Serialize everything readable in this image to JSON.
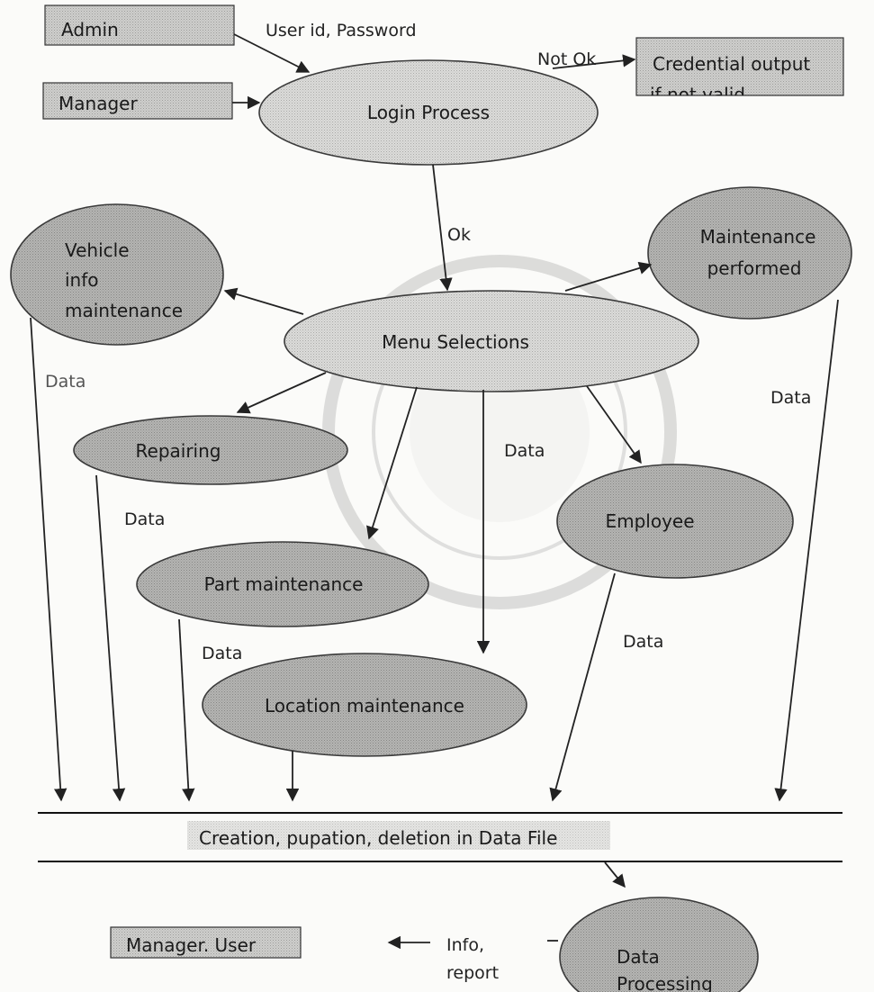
{
  "external_entities": {
    "admin": "Admin",
    "manager": "Manager",
    "manager_user": "Manager. User",
    "credential_output_line1": "Credential output",
    "credential_output_line2": "if not valid"
  },
  "processes": {
    "login": "Login Process",
    "menu": "Menu Selections",
    "vehicle_line1": "Vehicle",
    "vehicle_line2": "info",
    "vehicle_line3": "maintenance",
    "maintenance_line1": "Maintenance",
    "maintenance_line2": "performed",
    "repairing": "Repairing",
    "employee": "Employee",
    "part": "Part maintenance",
    "location": "Location maintenance",
    "data_processing_line1": "Data",
    "data_processing_line2": "Processing"
  },
  "data_store": {
    "label": "Creation, pupation, deletion in Data File"
  },
  "flows": {
    "user_id_password": "User  id, Password",
    "not_ok": "Not Ok",
    "ok": "Ok",
    "data_vehicle": "Data",
    "data_maintenance": "Data",
    "data_center": "Data",
    "data_repairing": "Data",
    "data_part": "Data",
    "data_employee": "Data",
    "info": "Info,",
    "report": "report"
  }
}
